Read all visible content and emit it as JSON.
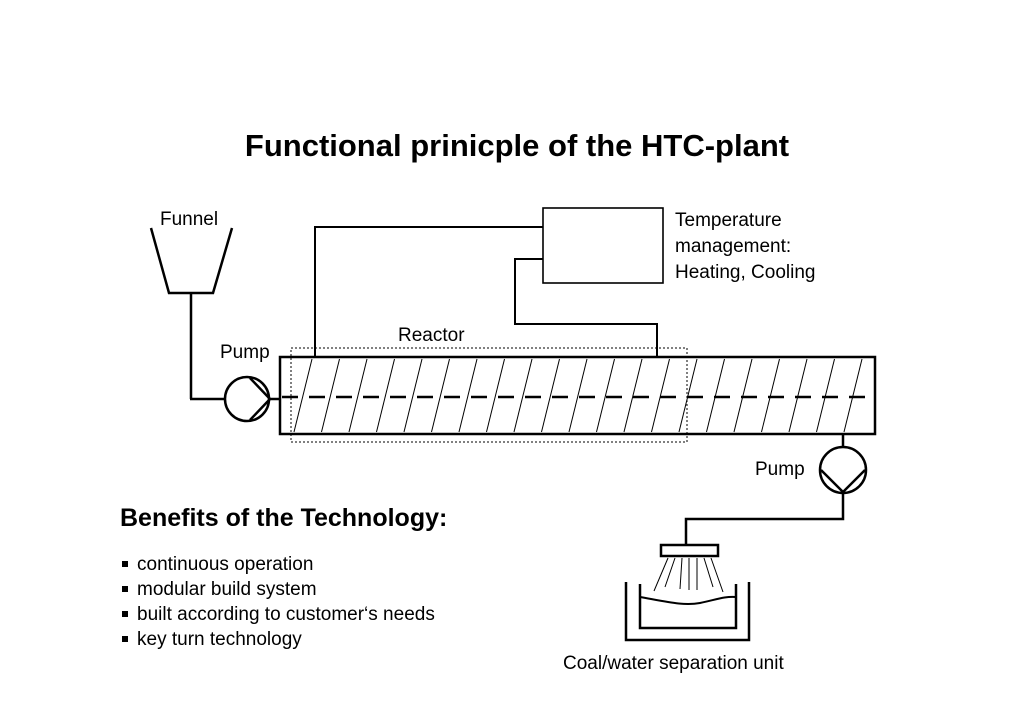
{
  "title": "Functional prinicple of the HTC-plant",
  "labels": {
    "funnel": "Funnel",
    "temperature_line1": "Temperature",
    "temperature_line2": "management:",
    "temperature_line3": "Heating, Cooling",
    "reactor": "Reactor",
    "pump_inlet": "Pump",
    "pump_outlet": "Pump",
    "separation_unit": "Coal/water separation unit"
  },
  "benefits": {
    "title": "Benefits of the Technology:",
    "items": [
      "continuous operation",
      "modular build system",
      "built according to customer‘s needs",
      "key turn technology"
    ]
  },
  "components": [
    {
      "id": "funnel",
      "icon": "funnel-icon"
    },
    {
      "id": "pump-inlet",
      "icon": "pump-icon"
    },
    {
      "id": "reactor",
      "icon": "screw-reactor-icon"
    },
    {
      "id": "temperature-management",
      "icon": "control-box-icon"
    },
    {
      "id": "pump-outlet",
      "icon": "pump-icon"
    },
    {
      "id": "separation-unit",
      "icon": "spray-basin-icon"
    }
  ]
}
